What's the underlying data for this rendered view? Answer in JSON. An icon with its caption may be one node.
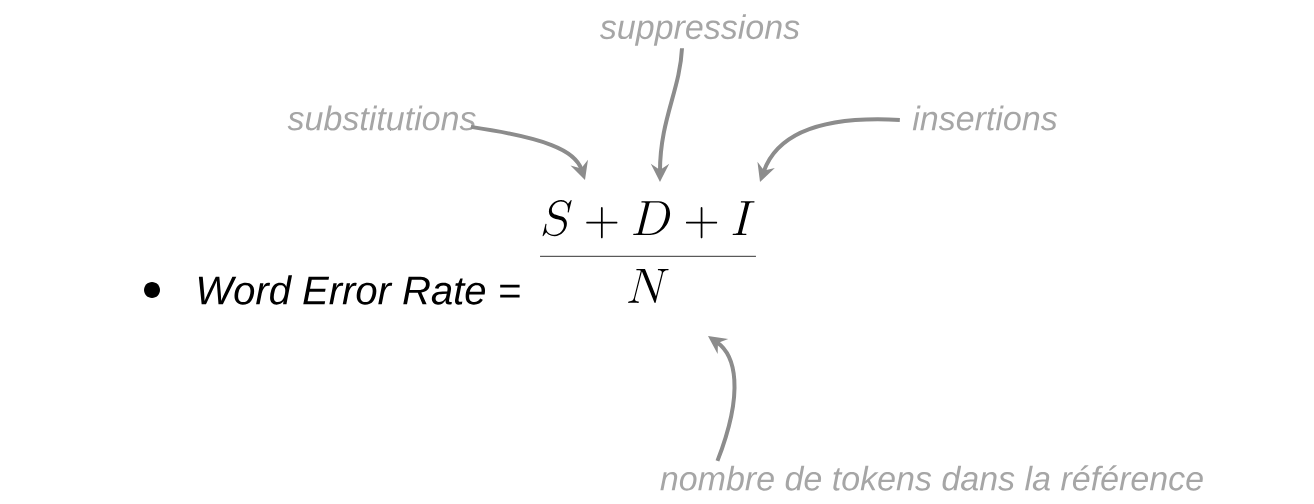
{
  "diagram": {
    "nodes": [
      {
        "text": [
          "substitutions"
        ]
      },
      {
        "text": [
          "suppressions"
        ]
      },
      {
        "text": [
          "insertions"
        ]
      },
      {
        "text": [
          "nombre de tokens dans la référence"
        ]
      }
    ],
    "edges": [
      {
        "from": 0,
        "to": null,
        "arrow": "to"
      },
      {
        "from": 1,
        "to": null,
        "arrow": "to"
      },
      {
        "from": 2,
        "to": null,
        "arrow": "to"
      },
      {
        "from": 3,
        "to": null,
        "arrow": "to"
      }
    ],
    "labels": [
      "Word Error Rate =",
      "\\frac{S+D+I}{N}"
    ]
  }
}
